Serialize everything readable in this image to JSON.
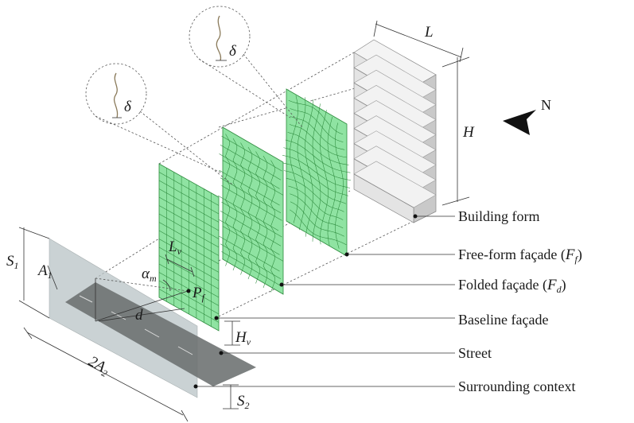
{
  "labels": {
    "building_form": "Building form",
    "free_form_facade": "Free-form façade (",
    "free_form_sym": "F",
    "free_form_sub": "f",
    "folded_facade": "Folded façade (",
    "folded_sym": "F",
    "folded_sub": "d",
    "baseline_facade": "Baseline façade",
    "street": "Street",
    "surrounding_context": "Surrounding context",
    "close_paren": ")"
  },
  "symbols": {
    "L": "L",
    "H": "H",
    "N": "N",
    "delta": "δ",
    "Lv": "L",
    "Lv_sub": "v",
    "alpha": "α",
    "alpha_sub": "m",
    "Pf": "P",
    "Pf_sub": "f",
    "d": "d",
    "Hv": "H",
    "Hv_sub": "v",
    "S1": "S",
    "S1_sub": "1",
    "A1": "A",
    "A1_sub": "1",
    "twoA2": "2A",
    "twoA2_sub": "2",
    "S2": "S",
    "S2_sub": "2"
  },
  "colors": {
    "facade_green": "#8fe3a2",
    "grid_green": "#2c8a3c",
    "context_grey": "#b9c4c6",
    "street_dark": "#6b6f6f",
    "building_light": "#e4e4e4",
    "building_shelf": "#f2f2f2",
    "building_side": "#c9c9c9"
  }
}
